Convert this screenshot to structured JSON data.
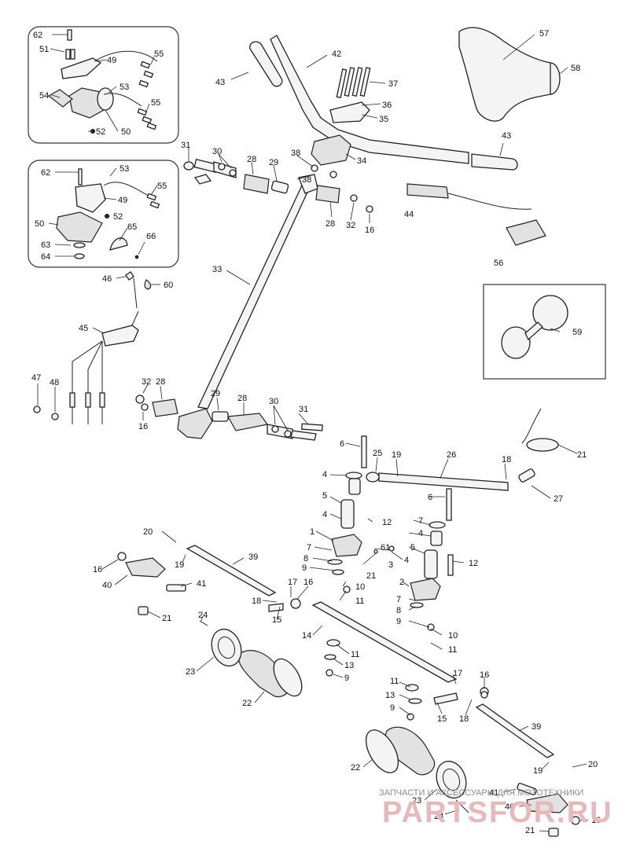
{
  "watermark": {
    "caption": "ЗАПЧАСТИ И АКСЕССУАРЫ ДЛЯ МОТОТЕХНИКИ",
    "brand": "PARTSFOR.RU"
  },
  "callouts": {
    "n1": "1",
    "n2": "2",
    "n3": "3",
    "n4a": "4",
    "n4b": "4",
    "n4c": "4",
    "n5a": "5",
    "n5b": "5",
    "n6a": "6",
    "n6b": "6",
    "n7a": "7",
    "n7b": "7",
    "n7c": "7",
    "n8a": "8",
    "n8b": "8",
    "n9a": "9",
    "n9b": "9",
    "n9c": "9",
    "n9d": "9",
    "n10a": "10",
    "n10b": "10",
    "n11a": "11",
    "n11b": "11",
    "n11c": "11",
    "n11d": "11",
    "n12a": "12",
    "n12b": "12",
    "n13a": "13",
    "n13b": "13",
    "n14": "14",
    "n15a": "15",
    "n15b": "15",
    "n16a": "16",
    "n16b": "16",
    "n16c": "16",
    "n16d": "16",
    "n16e": "16",
    "n16f": "16",
    "n17a": "17",
    "n17b": "17",
    "n18a": "18",
    "n18b": "18",
    "n18c": "18",
    "n19a": "19",
    "n19b": "19",
    "n19c": "19",
    "n20a": "20",
    "n20b": "20",
    "n21a": "21",
    "n21b": "21",
    "n21c": "21",
    "n21d": "21",
    "n22a": "22",
    "n22b": "22",
    "n23a": "23",
    "n23b": "23",
    "n24a": "24",
    "n24b": "24",
    "n25": "25",
    "n26": "26",
    "n27": "27",
    "n28a": "28",
    "n28b": "28",
    "n28c": "28",
    "n28d": "28",
    "n29a": "29",
    "n29b": "29",
    "n30a": "30",
    "n30b": "30",
    "n31a": "31",
    "n31b": "31",
    "n32a": "32",
    "n32b": "32",
    "n33": "33",
    "n34": "34",
    "n35": "35",
    "n36": "36",
    "n37": "37",
    "n38a": "38",
    "n38b": "38",
    "n39a": "39",
    "n39b": "39",
    "n40a": "40",
    "n40b": "40",
    "n41a": "41",
    "n41b": "41",
    "n42": "42",
    "n43a": "43",
    "n43b": "43",
    "n44": "44",
    "n45": "45",
    "n46": "46",
    "n47": "47",
    "n48": "48",
    "n49a": "49",
    "n49b": "49",
    "n50a": "50",
    "n50b": "50",
    "n51": "51",
    "n52a": "52",
    "n52b": "52",
    "n53a": "53",
    "n53b": "53",
    "n54": "54",
    "n55a": "55",
    "n55b": "55",
    "n55c": "55",
    "n56": "56",
    "n57": "57",
    "n58": "58",
    "n59": "59",
    "n60": "60",
    "n61": "61",
    "n62a": "62",
    "n62b": "62",
    "n63": "63",
    "n64": "64",
    "n65": "65",
    "n66": "66"
  },
  "colors": {
    "line": "#222222",
    "fill": "#f4f4f4",
    "watermark_text": "#e9b8b8",
    "watermark_caption": "#8c8c8c"
  }
}
